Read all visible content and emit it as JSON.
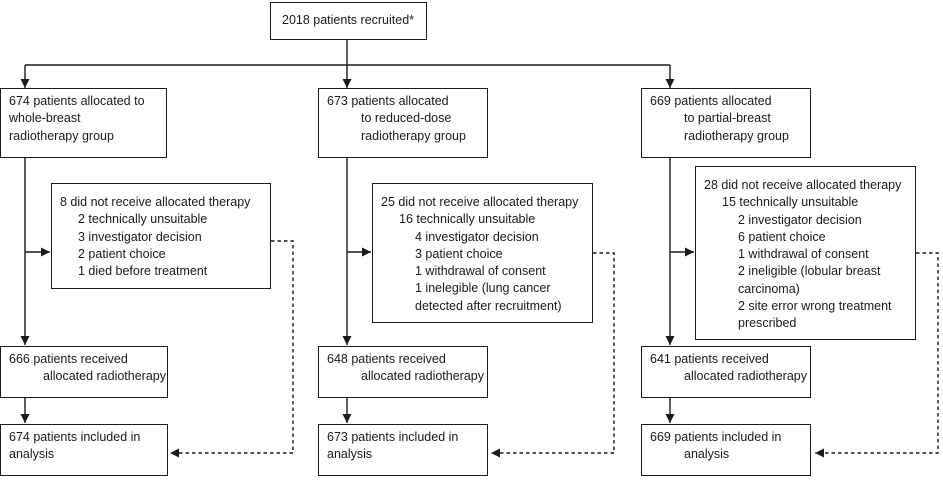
{
  "recruited": {
    "lines": [
      "2018 patients recruited*"
    ]
  },
  "arms": [
    {
      "allocated": [
        "674 patients allocated to",
        "whole-breast",
        "radiotherapy group"
      ],
      "excluded": {
        "header": "8 did not receive allocated therapy",
        "items": [
          "2 technically unsuitable",
          "3 investigator decision",
          "2 patient choice",
          "1 died before treatment"
        ]
      },
      "received": [
        "666 patients received",
        "allocated radiotherapy"
      ],
      "analysis": [
        "674 patients included in",
        "analysis"
      ]
    },
    {
      "allocated": [
        "673 patients allocated",
        "to reduced-dose",
        "radiotherapy group"
      ],
      "excluded": {
        "header": "25 did not receive allocated therapy",
        "items": [
          "16 technically unsuitable",
          "4 investigator decision",
          "3 patient choice",
          "1 withdrawal of consent",
          "1 inelegible (lung cancer",
          "detected after recruitment)"
        ]
      },
      "received": [
        "648 patients received",
        "allocated radiotherapy"
      ],
      "analysis": [
        "673 patients included in",
        "analysis"
      ]
    },
    {
      "allocated": [
        "669 patients allocated",
        "to partial-breast",
        "radiotherapy group"
      ],
      "excluded": {
        "header": "28 did not receive allocated therapy",
        "items": [
          "15 technically unsuitable",
          "2 investigator decision",
          "6 patient choice",
          "1 withdrawal of consent",
          "2 ineligible (lobular breast",
          "carcinoma)",
          "2 site error wrong treatment",
          "prescribed"
        ]
      },
      "received": [
        "641 patients received",
        "allocated radiotherapy"
      ],
      "analysis": [
        "669 patients included in",
        "analysis"
      ]
    }
  ]
}
